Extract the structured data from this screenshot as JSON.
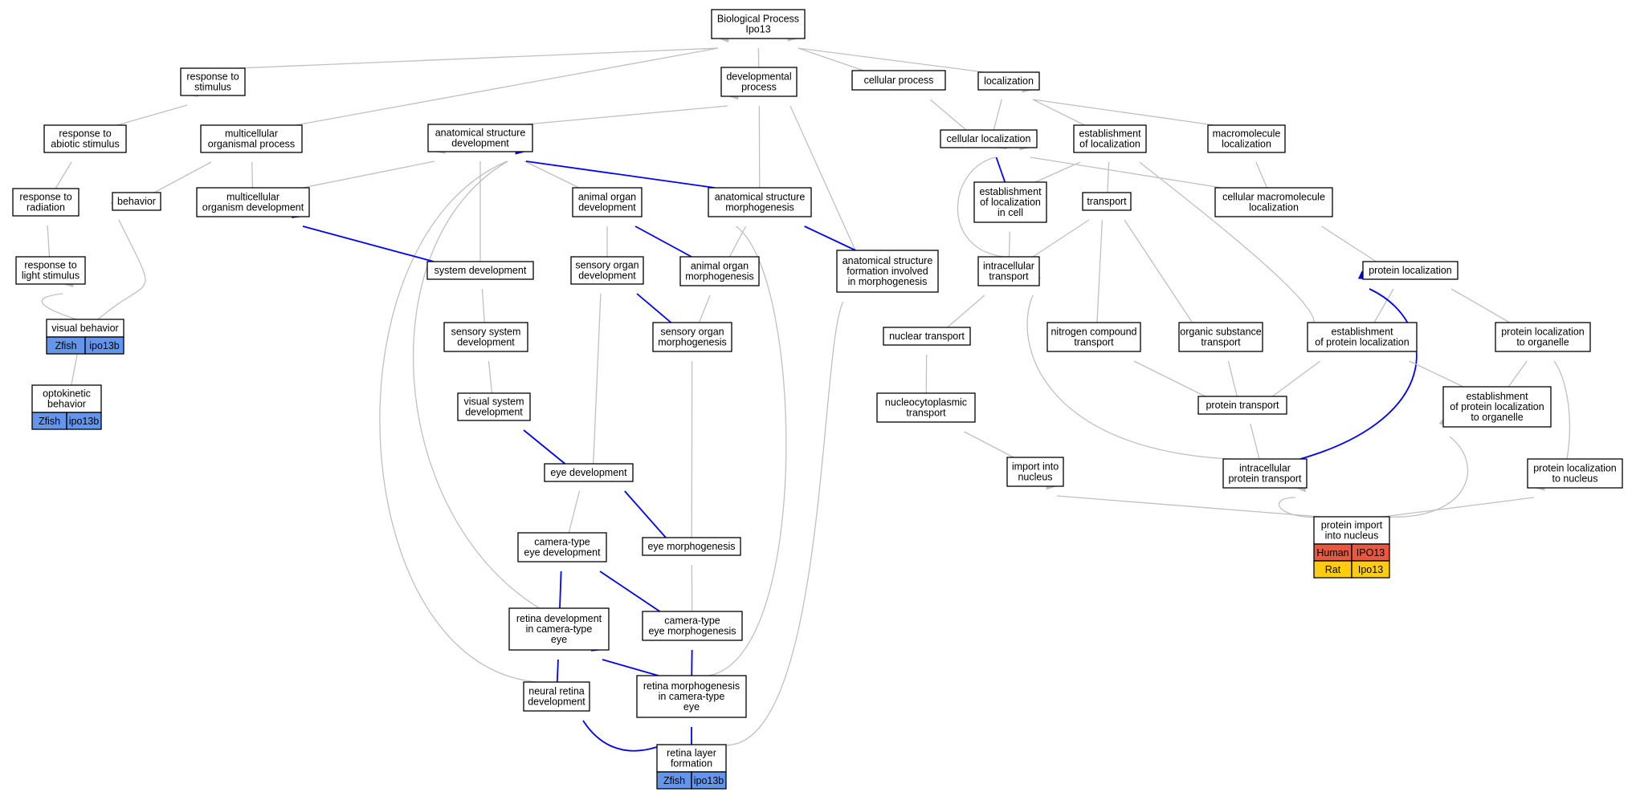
{
  "colors": {
    "edge_default": "#c0c0c0",
    "edge_highlight": "#0000ff",
    "Zfish": "#6495ed",
    "Human": "#e9573f",
    "Rat": "#ffcc11"
  },
  "nodes": [
    {
      "id": "bp",
      "lines": [
        "Biological Process",
        "Ipo13"
      ]
    },
    {
      "id": "resp_stim",
      "lines": [
        "response to",
        "stimulus"
      ]
    },
    {
      "id": "dev_proc",
      "lines": [
        "developmental",
        "process"
      ]
    },
    {
      "id": "cell_proc",
      "lines": [
        "cellular process"
      ]
    },
    {
      "id": "localization",
      "lines": [
        "localization"
      ]
    },
    {
      "id": "resp_abiotic",
      "lines": [
        "response to",
        "abiotic stimulus"
      ]
    },
    {
      "id": "multi_proc",
      "lines": [
        "multicellular",
        "organismal process"
      ]
    },
    {
      "id": "anat_dev",
      "lines": [
        "anatomical structure",
        "development"
      ]
    },
    {
      "id": "cell_loc",
      "lines": [
        "cellular localization"
      ]
    },
    {
      "id": "est_loc",
      "lines": [
        "establishment",
        "of localization"
      ]
    },
    {
      "id": "macro_loc",
      "lines": [
        "macromolecule",
        "localization"
      ]
    },
    {
      "id": "resp_rad",
      "lines": [
        "response to",
        "radiation"
      ]
    },
    {
      "id": "behavior",
      "lines": [
        "behavior"
      ]
    },
    {
      "id": "multi_org_dev",
      "lines": [
        "multicellular",
        "organism development"
      ]
    },
    {
      "id": "animal_organ_dev",
      "lines": [
        "animal organ",
        "development"
      ]
    },
    {
      "id": "anat_morph",
      "lines": [
        "anatomical structure",
        "morphogenesis"
      ]
    },
    {
      "id": "est_loc_cell",
      "lines": [
        "establishment",
        "of localization",
        "in cell"
      ]
    },
    {
      "id": "transport",
      "lines": [
        "transport"
      ]
    },
    {
      "id": "cell_macro_loc",
      "lines": [
        "cellular macromolecule",
        "localization"
      ]
    },
    {
      "id": "resp_light",
      "lines": [
        "response to",
        "light stimulus"
      ]
    },
    {
      "id": "sys_dev",
      "lines": [
        "system development"
      ]
    },
    {
      "id": "sens_organ_dev",
      "lines": [
        "sensory organ",
        "development"
      ]
    },
    {
      "id": "animal_organ_morph",
      "lines": [
        "animal organ",
        "morphogenesis"
      ]
    },
    {
      "id": "anat_form",
      "lines": [
        "anatomical structure",
        "formation involved",
        "in morphogenesis"
      ]
    },
    {
      "id": "intra_transport",
      "lines": [
        "intracellular",
        "transport"
      ]
    },
    {
      "id": "prot_loc",
      "lines": [
        "protein localization"
      ]
    },
    {
      "id": "visual_behavior",
      "lines": [
        "visual behavior"
      ]
    },
    {
      "id": "sens_sys_dev",
      "lines": [
        "sensory system",
        "development"
      ]
    },
    {
      "id": "sens_organ_morph",
      "lines": [
        "sensory organ",
        "morphogenesis"
      ]
    },
    {
      "id": "nuclear_transport",
      "lines": [
        "nuclear transport"
      ]
    },
    {
      "id": "nitrogen_transport",
      "lines": [
        "nitrogen compound",
        "transport"
      ]
    },
    {
      "id": "organic_transport",
      "lines": [
        "organic substance",
        "transport"
      ]
    },
    {
      "id": "est_prot_loc",
      "lines": [
        "establishment",
        "of protein localization"
      ]
    },
    {
      "id": "prot_loc_organelle",
      "lines": [
        "protein localization",
        "to organelle"
      ]
    },
    {
      "id": "optokinetic",
      "lines": [
        "optokinetic",
        "behavior"
      ]
    },
    {
      "id": "visual_sys_dev",
      "lines": [
        "visual system",
        "development"
      ]
    },
    {
      "id": "nucleocyto",
      "lines": [
        "nucleocytoplasmic",
        "transport"
      ]
    },
    {
      "id": "prot_transport",
      "lines": [
        "protein transport"
      ]
    },
    {
      "id": "est_prot_loc_org",
      "lines": [
        "establishment",
        "of protein localization",
        "to organelle"
      ]
    },
    {
      "id": "eye_dev",
      "lines": [
        "eye development"
      ]
    },
    {
      "id": "import_nucleus",
      "lines": [
        "import into",
        "nucleus"
      ]
    },
    {
      "id": "intra_prot_transport",
      "lines": [
        "intracellular",
        "protein transport"
      ]
    },
    {
      "id": "prot_loc_nucleus",
      "lines": [
        "protein localization",
        "to nucleus"
      ]
    },
    {
      "id": "camera_eye_dev",
      "lines": [
        "camera-type",
        "eye development"
      ]
    },
    {
      "id": "eye_morph",
      "lines": [
        "eye morphogenesis"
      ]
    },
    {
      "id": "prot_import_nucleus",
      "lines": [
        "protein import",
        "into nucleus"
      ]
    },
    {
      "id": "retina_dev",
      "lines": [
        "retina development",
        "in camera-type",
        "eye"
      ]
    },
    {
      "id": "camera_eye_morph",
      "lines": [
        "camera-type",
        "eye morphogenesis"
      ]
    },
    {
      "id": "neural_retina_dev",
      "lines": [
        "neural retina",
        "development"
      ]
    },
    {
      "id": "retina_morph",
      "lines": [
        "retina morphogenesis",
        "in camera-type",
        "eye"
      ]
    },
    {
      "id": "retina_layer",
      "lines": [
        "retina layer",
        "formation"
      ]
    }
  ],
  "gene_rows": [
    {
      "node": "visual_behavior",
      "row": 0,
      "species": "Zfish",
      "gene": "ipo13b"
    },
    {
      "node": "optokinetic",
      "row": 0,
      "species": "Zfish",
      "gene": "ipo13b"
    },
    {
      "node": "retina_layer",
      "row": 0,
      "species": "Zfish",
      "gene": "ipo13b"
    },
    {
      "node": "prot_import_nucleus",
      "row": 0,
      "species": "Human",
      "gene": "IPO13"
    },
    {
      "node": "prot_import_nucleus",
      "row": 1,
      "species": "Rat",
      "gene": "Ipo13"
    }
  ],
  "edges": [
    {
      "from": "resp_stim",
      "to": "bp",
      "blue": false
    },
    {
      "from": "dev_proc",
      "to": "bp",
      "blue": false
    },
    {
      "from": "cell_proc",
      "to": "bp",
      "blue": false
    },
    {
      "from": "localization",
      "to": "bp",
      "blue": false
    },
    {
      "from": "multi_proc",
      "to": "bp",
      "blue": false
    },
    {
      "from": "resp_abiotic",
      "to": "resp_stim",
      "blue": false
    },
    {
      "from": "anat_dev",
      "to": "dev_proc",
      "blue": false
    },
    {
      "from": "anat_morph",
      "to": "dev_proc",
      "blue": false
    },
    {
      "from": "anat_form",
      "to": "dev_proc",
      "blue": false
    },
    {
      "from": "cell_loc",
      "to": "cell_proc",
      "blue": false
    },
    {
      "from": "cell_loc",
      "to": "localization",
      "blue": false
    },
    {
      "from": "est_loc",
      "to": "localization",
      "blue": false
    },
    {
      "from": "macro_loc",
      "to": "localization",
      "blue": false
    },
    {
      "from": "resp_rad",
      "to": "resp_abiotic",
      "blue": false
    },
    {
      "from": "behavior",
      "to": "multi_proc",
      "blue": false
    },
    {
      "from": "multi_org_dev",
      "to": "multi_proc",
      "blue": false
    },
    {
      "from": "multi_org_dev",
      "to": "anat_dev",
      "blue": false
    },
    {
      "from": "animal_organ_dev",
      "to": "anat_dev",
      "blue": false
    },
    {
      "from": "anat_morph",
      "to": "anat_dev",
      "blue": true
    },
    {
      "from": "sys_dev",
      "to": "anat_dev",
      "blue": false
    },
    {
      "from": "retina_dev",
      "to": "anat_dev",
      "blue": false
    },
    {
      "from": "neural_retina_dev",
      "to": "anat_dev",
      "blue": false
    },
    {
      "from": "est_loc_cell",
      "to": "cell_loc",
      "blue": true
    },
    {
      "from": "est_loc_cell",
      "to": "est_loc",
      "blue": false
    },
    {
      "from": "intra_transport",
      "to": "cell_loc",
      "blue": false
    },
    {
      "from": "cell_macro_loc",
      "to": "cell_loc",
      "blue": false
    },
    {
      "from": "transport",
      "to": "est_loc",
      "blue": false
    },
    {
      "from": "est_prot_loc",
      "to": "est_loc",
      "blue": false
    },
    {
      "from": "cell_macro_loc",
      "to": "macro_loc",
      "blue": false
    },
    {
      "from": "resp_light",
      "to": "resp_rad",
      "blue": false
    },
    {
      "from": "visual_behavior",
      "to": "behavior",
      "blue": false
    },
    {
      "from": "sys_dev",
      "to": "multi_org_dev",
      "blue": true
    },
    {
      "from": "animal_organ_morph",
      "to": "animal_organ_dev",
      "blue": true
    },
    {
      "from": "sens_organ_dev",
      "to": "animal_organ_dev",
      "blue": false
    },
    {
      "from": "animal_organ_morph",
      "to": "anat_morph",
      "blue": false
    },
    {
      "from": "anat_form",
      "to": "anat_morph",
      "blue": true
    },
    {
      "from": "retina_morph",
      "to": "anat_morph",
      "blue": false
    },
    {
      "from": "intra_transport",
      "to": "est_loc_cell",
      "blue": false
    },
    {
      "from": "intra_transport",
      "to": "transport",
      "blue": false
    },
    {
      "from": "nitrogen_transport",
      "to": "transport",
      "blue": false
    },
    {
      "from": "organic_transport",
      "to": "transport",
      "blue": false
    },
    {
      "from": "prot_loc",
      "to": "cell_macro_loc",
      "blue": false
    },
    {
      "from": "visual_behavior",
      "to": "resp_light",
      "blue": false
    },
    {
      "from": "sens_sys_dev",
      "to": "sys_dev",
      "blue": false
    },
    {
      "from": "eye_dev",
      "to": "sens_organ_dev",
      "blue": false
    },
    {
      "from": "sens_organ_morph",
      "to": "sens_organ_dev",
      "blue": true
    },
    {
      "from": "sens_organ_morph",
      "to": "animal_organ_morph",
      "blue": false
    },
    {
      "from": "retina_layer",
      "to": "anat_form",
      "blue": false
    },
    {
      "from": "nuclear_transport",
      "to": "intra_transport",
      "blue": false
    },
    {
      "from": "intra_prot_transport",
      "to": "intra_transport",
      "blue": false
    },
    {
      "from": "est_prot_loc",
      "to": "prot_loc",
      "blue": false
    },
    {
      "from": "prot_loc_organelle",
      "to": "prot_loc",
      "blue": false
    },
    {
      "from": "intra_prot_transport",
      "to": "prot_loc",
      "blue": true
    },
    {
      "from": "optokinetic",
      "to": "visual_behavior",
      "blue": false
    },
    {
      "from": "visual_sys_dev",
      "to": "sens_sys_dev",
      "blue": false
    },
    {
      "from": "eye_morph",
      "to": "sens_organ_morph",
      "blue": false
    },
    {
      "from": "nucleocyto",
      "to": "nuclear_transport",
      "blue": false
    },
    {
      "from": "prot_transport",
      "to": "nitrogen_transport",
      "blue": false
    },
    {
      "from": "prot_transport",
      "to": "organic_transport",
      "blue": false
    },
    {
      "from": "prot_transport",
      "to": "est_prot_loc",
      "blue": false
    },
    {
      "from": "est_prot_loc_org",
      "to": "est_prot_loc",
      "blue": false
    },
    {
      "from": "est_prot_loc_org",
      "to": "prot_loc_organelle",
      "blue": false
    },
    {
      "from": "prot_loc_nucleus",
      "to": "prot_loc_organelle",
      "blue": false
    },
    {
      "from": "eye_dev",
      "to": "visual_sys_dev",
      "blue": true
    },
    {
      "from": "import_nucleus",
      "to": "nucleocyto",
      "blue": false
    },
    {
      "from": "intra_prot_transport",
      "to": "prot_transport",
      "blue": false
    },
    {
      "from": "prot_import_nucleus",
      "to": "est_prot_loc_org",
      "blue": false
    },
    {
      "from": "camera_eye_dev",
      "to": "eye_dev",
      "blue": false
    },
    {
      "from": "eye_morph",
      "to": "eye_dev",
      "blue": true
    },
    {
      "from": "prot_import_nucleus",
      "to": "import_nucleus",
      "blue": false
    },
    {
      "from": "prot_import_nucleus",
      "to": "intra_prot_transport",
      "blue": false
    },
    {
      "from": "prot_import_nucleus",
      "to": "prot_loc_nucleus",
      "blue": false
    },
    {
      "from": "retina_dev",
      "to": "camera_eye_dev",
      "blue": true
    },
    {
      "from": "camera_eye_morph",
      "to": "camera_eye_dev",
      "blue": true
    },
    {
      "from": "camera_eye_morph",
      "to": "eye_morph",
      "blue": false
    },
    {
      "from": "neural_retina_dev",
      "to": "retina_dev",
      "blue": true
    },
    {
      "from": "retina_morph",
      "to": "retina_dev",
      "blue": true
    },
    {
      "from": "retina_morph",
      "to": "camera_eye_morph",
      "blue": true
    },
    {
      "from": "retina_layer",
      "to": "neural_retina_dev",
      "blue": true
    },
    {
      "from": "retina_layer",
      "to": "retina_morph",
      "blue": true
    }
  ]
}
